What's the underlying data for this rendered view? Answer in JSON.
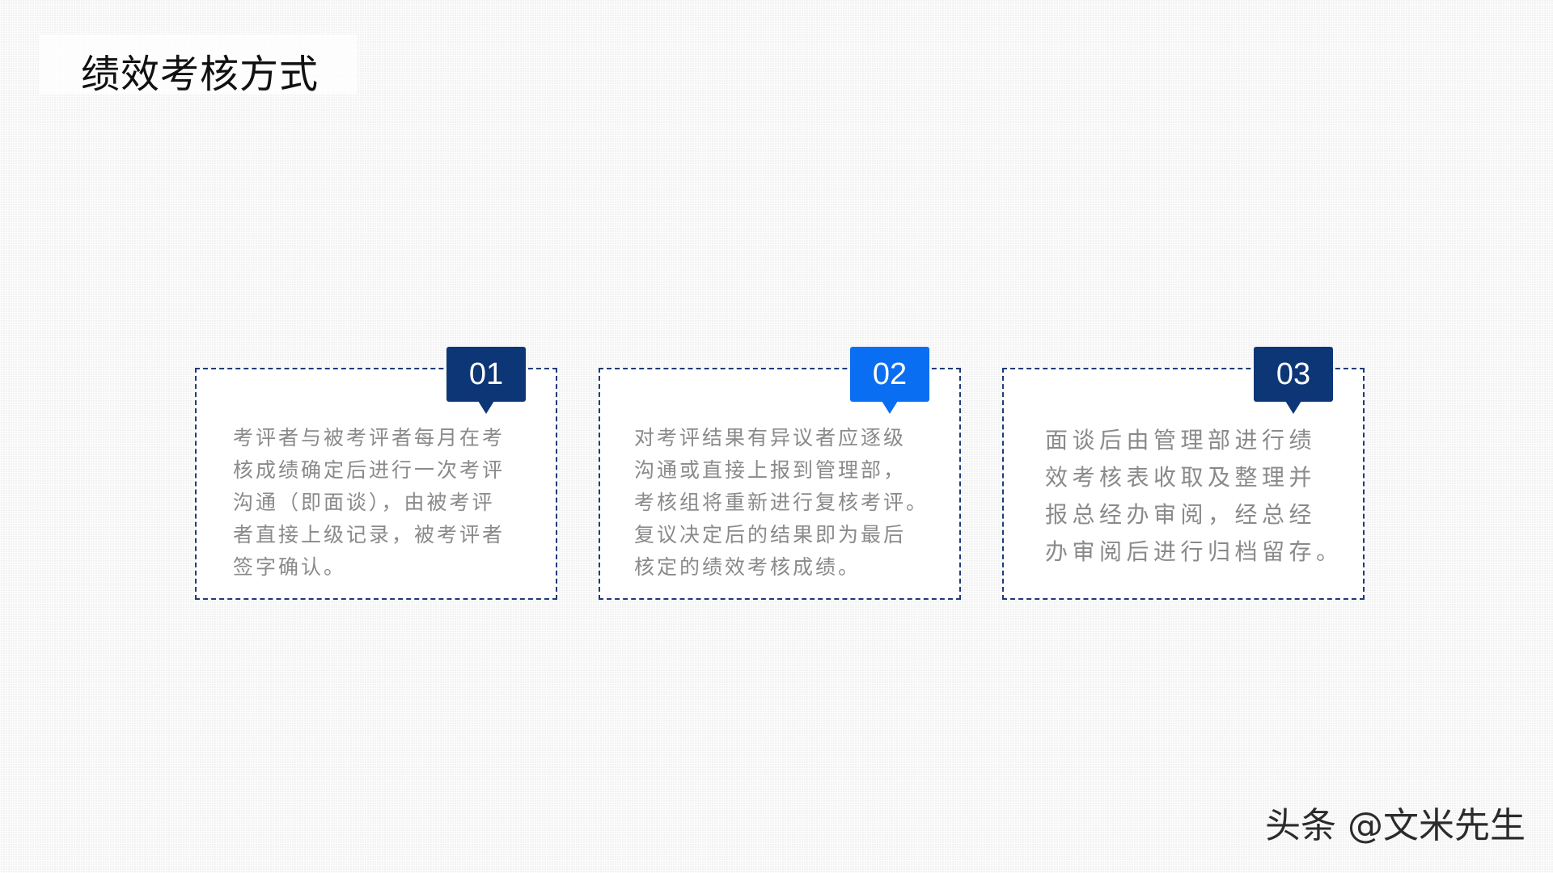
{
  "title": "绩效考核方式",
  "colors": {
    "card_border": "#1e3a78",
    "card_text": "#8a8a8a",
    "badge_dark": "#0d3677",
    "badge_bright": "#0a6ef2"
  },
  "cards": [
    {
      "number": "01",
      "badge_color": "#0d3677",
      "lines": [
        "考评者与被考评者每月在考",
        "核成绩确定后进行一次考评",
        "沟通（即面谈），由被考评",
        "者直接上级记录，被考评者",
        "签字确认。"
      ]
    },
    {
      "number": "02",
      "badge_color": "#0a6ef2",
      "lines": [
        "对考评结果有异议者应逐级",
        "沟通或直接上报到管理部，",
        "考核组将重新进行复核考评。",
        "复议决定后的结果即为最后",
        "核定的绩效考核成绩。"
      ]
    },
    {
      "number": "03",
      "badge_color": "#0d3677",
      "lines": [
        "面谈后由管理部进行绩",
        "效考核表收取及整理并",
        "报总经办审阅，经总经",
        "办审阅后进行归档留存。"
      ]
    }
  ],
  "watermark": "头条 @文米先生"
}
